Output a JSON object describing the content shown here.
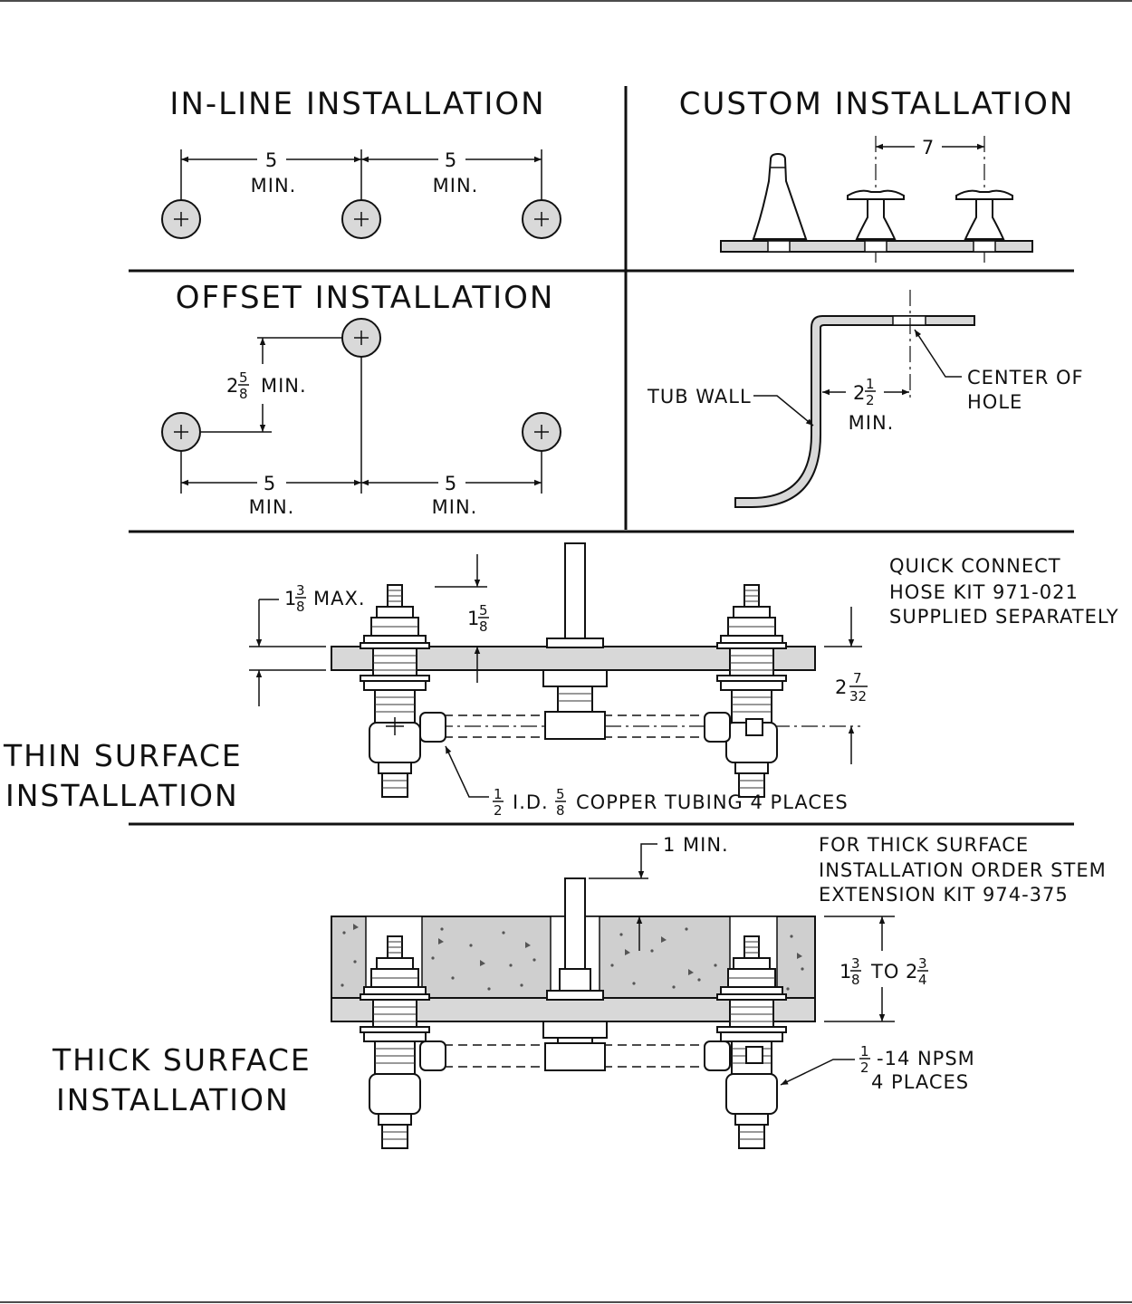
{
  "sections": {
    "inline": {
      "title": "IN-LINE INSTALLATION",
      "dim1": "5",
      "dim1_sub": "MIN.",
      "dim2": "5",
      "dim2_sub": "MIN."
    },
    "custom": {
      "title": "CUSTOM INSTALLATION",
      "dim": "7"
    },
    "offset": {
      "title": "OFFSET INSTALLATION",
      "vdim_whole": "2",
      "vdim_num": "5",
      "vdim_den": "8",
      "vdim_sub": "MIN.",
      "dim1": "5",
      "dim1_sub": "MIN.",
      "dim2": "5",
      "dim2_sub": "MIN."
    },
    "tub": {
      "tub_wall": "TUB WALL",
      "dim_whole": "2",
      "dim_num": "1",
      "dim_den": "2",
      "dim_sub": "MIN.",
      "center_line1": "CENTER OF",
      "center_line2": "HOLE"
    },
    "thin": {
      "title_line1": "THIN SURFACE",
      "title_line2": "INSTALLATION",
      "max_whole": "1",
      "max_num": "3",
      "max_den": "8",
      "max_sub": "MAX.",
      "spout_whole": "1",
      "spout_num": "5",
      "spout_den": "8",
      "right_whole": "2",
      "right_num": "7",
      "right_den": "32",
      "note_line1": "QUICK CONNECT",
      "note_line2": "HOSE KIT 971-021",
      "note_line3": "SUPPLIED SEPARATELY",
      "tube_num1": "1",
      "tube_den1": "2",
      "tube_mid": "I.D.",
      "tube_num2": "5",
      "tube_den2": "8",
      "tube_tail": "COPPER TUBING 4 PLACES"
    },
    "thick": {
      "title_line1": "THICK SURFACE",
      "title_line2": "INSTALLATION",
      "min_label": "1 MIN.",
      "note_line1": "FOR THICK SURFACE",
      "note_line2": "INSTALLATION ORDER STEM",
      "note_line3": "EXTENSION KIT 974-375",
      "range_w1": "1",
      "range_n1": "3",
      "range_d1": "8",
      "range_to": "TO",
      "range_w2": "2",
      "range_n2": "3",
      "range_d2": "4",
      "npsm_num": "1",
      "npsm_den": "2",
      "npsm_tail": "-14 NPSM",
      "npsm_line2": "4 PLACES"
    }
  }
}
